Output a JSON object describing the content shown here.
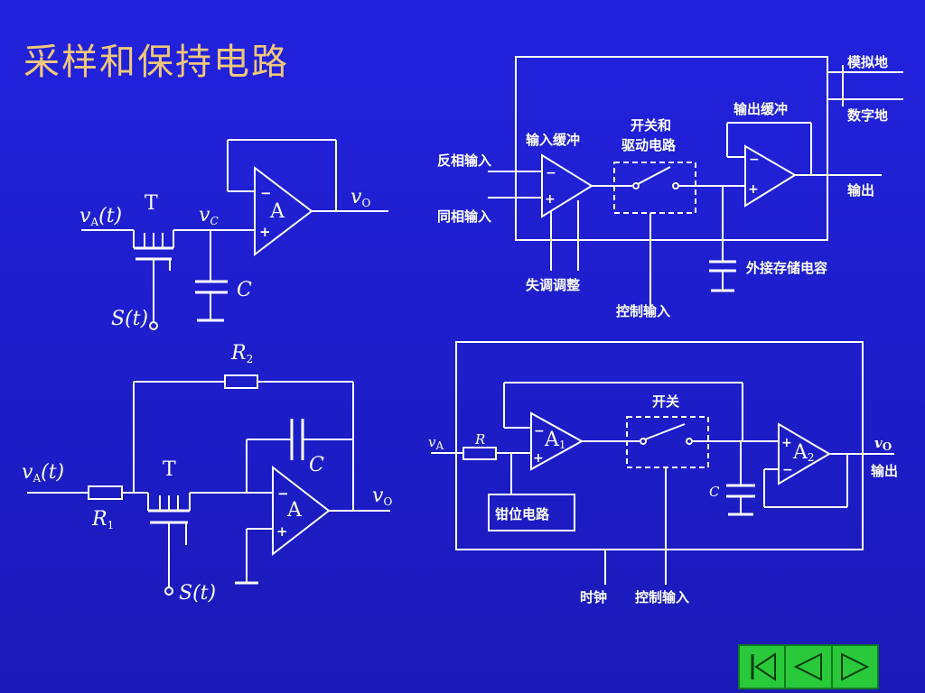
{
  "slide": {
    "title": "采样和保持电路"
  },
  "circuit1": {
    "vin_v": "v",
    "vin_sub": "A",
    "vin_t": "(t)",
    "transistor": "T",
    "vc_v": "v",
    "vc_sub": "C",
    "amp": "A",
    "minus": "−",
    "plus": "+",
    "vout_v": "v",
    "vout_sub": "O",
    "cap": "C",
    "ctrl": "S(t)"
  },
  "circuit2": {
    "vin_v": "v",
    "vin_sub": "A",
    "vin_t": "(t)",
    "transistor": "T",
    "r1": "R",
    "r1_sub": "1",
    "r2": "R",
    "r2_sub": "2",
    "cap": "C",
    "amp": "A",
    "minus": "−",
    "plus": "+",
    "vout_v": "v",
    "vout_sub": "O",
    "ctrl": "S(t)"
  },
  "circuit3": {
    "analog_ground": "模拟地",
    "digital_ground": "数字地",
    "output_buffer": "输出缓冲",
    "input_buffer": "输入缓冲",
    "switch_driver_line1": "开关和",
    "switch_driver_line2": "驱动电路",
    "inverting_input": "反相输入",
    "noninverting_input": "同相输入",
    "output": "输出",
    "offset_adjust": "失调调整",
    "control_input": "控制输入",
    "external_cap": "外接存储电容",
    "minus": "−",
    "plus": "+"
  },
  "circuit4": {
    "vin_v": "v",
    "vin_sub": "A",
    "r": "R",
    "a1": "A",
    "a1_sub": "1",
    "a2": "A",
    "a2_sub": "2",
    "switch": "开关",
    "cap": "C",
    "vout_v": "v",
    "vout_sub": "O",
    "output": "输出",
    "clamp": "钳位电路",
    "clock": "时钟",
    "control_input": "控制输入",
    "minus": "−",
    "plus": "+"
  },
  "nav": {
    "first_icon": "first-slide-icon",
    "prev_icon": "previous-slide-icon",
    "next_icon": "next-slide-icon"
  }
}
